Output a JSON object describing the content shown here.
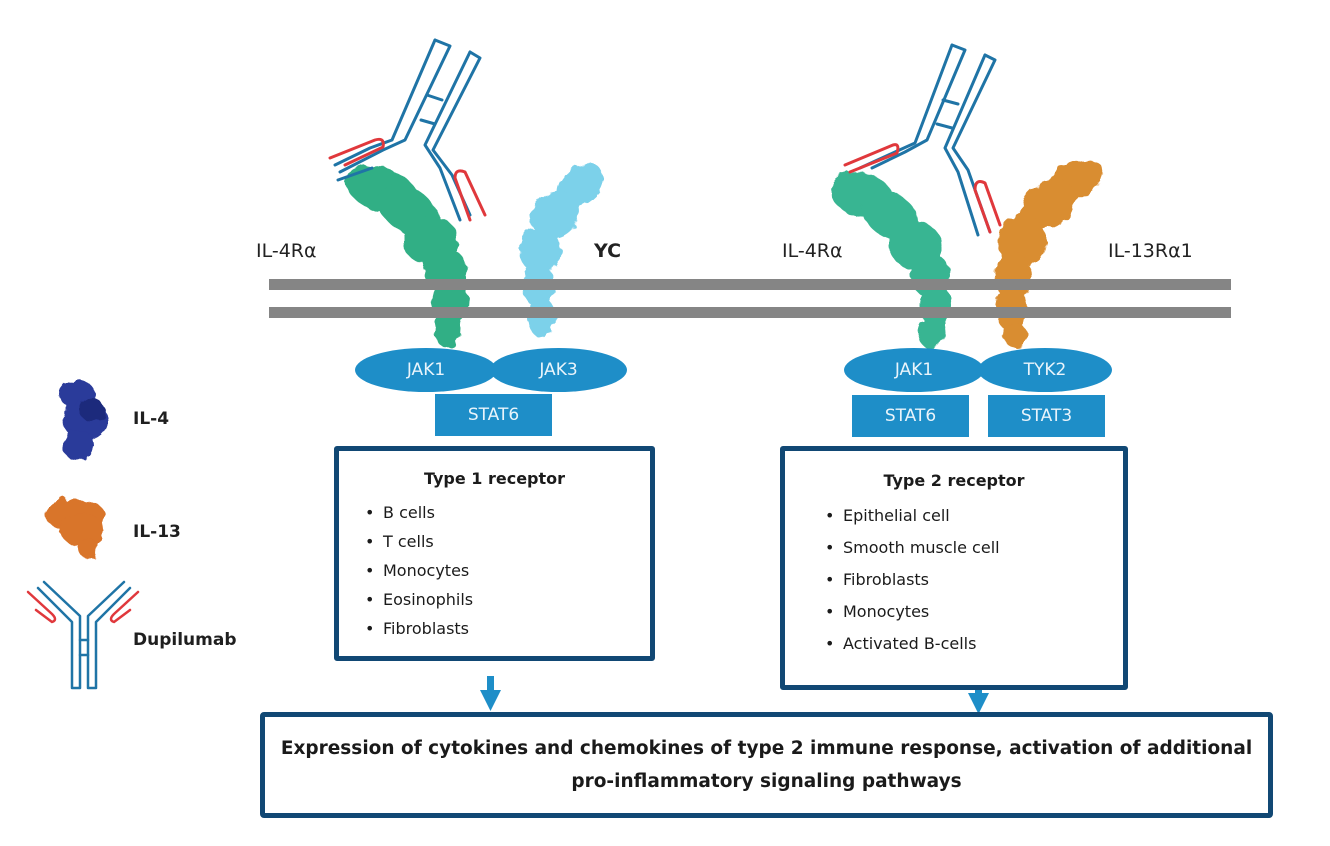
{
  "figure": {
    "title": "IL-4 / IL-13 receptor signaling and Dupilumab blockade",
    "colors": {
      "membrane": "#858585",
      "kinase_fill": "#1e8ec8",
      "box_border": "#114874",
      "antibody_blue": "#1f74a6",
      "antibody_red": "#e0383c",
      "il4ra_green": "#23a97c",
      "yc_cyan": "#5cc6e6",
      "il13ra1_orange": "#d88726",
      "il4_navy": "#2b3a9a",
      "il13_orange": "#d9742c",
      "legend_bg": "#f3f3f3"
    }
  },
  "type1": {
    "receptor_labels": {
      "left": "IL-4Rα",
      "right": "YC"
    },
    "kinases": [
      "JAK1",
      "JAK3"
    ],
    "stats": [
      "STAT6"
    ],
    "box": {
      "title": "Type 1 receptor",
      "cells": [
        "B cells",
        "T cells",
        "Monocytes",
        "Eosinophils",
        "Fibroblasts"
      ]
    }
  },
  "type2": {
    "receptor_labels": {
      "left": "IL-4Rα",
      "right": "IL-13Rα1"
    },
    "kinases": [
      "JAK1",
      "TYK2"
    ],
    "stats": [
      "STAT6",
      "STAT3"
    ],
    "box": {
      "title": "Type 2 receptor",
      "cells": [
        "Epithelial cell",
        "Smooth muscle cell",
        "Fibroblasts",
        "Monocytes",
        "Activated B-cells"
      ]
    }
  },
  "legend": {
    "items": [
      {
        "label": "IL-4",
        "icon": "il4-protein-icon"
      },
      {
        "label": "IL-13",
        "icon": "il13-protein-icon"
      },
      {
        "label": "Dupilumab",
        "icon": "antibody-icon"
      }
    ]
  },
  "outcome": {
    "text": "Expression of cytokines and chemokines of type 2 immune response, activation of additional pro-inflammatory signaling pathways"
  }
}
